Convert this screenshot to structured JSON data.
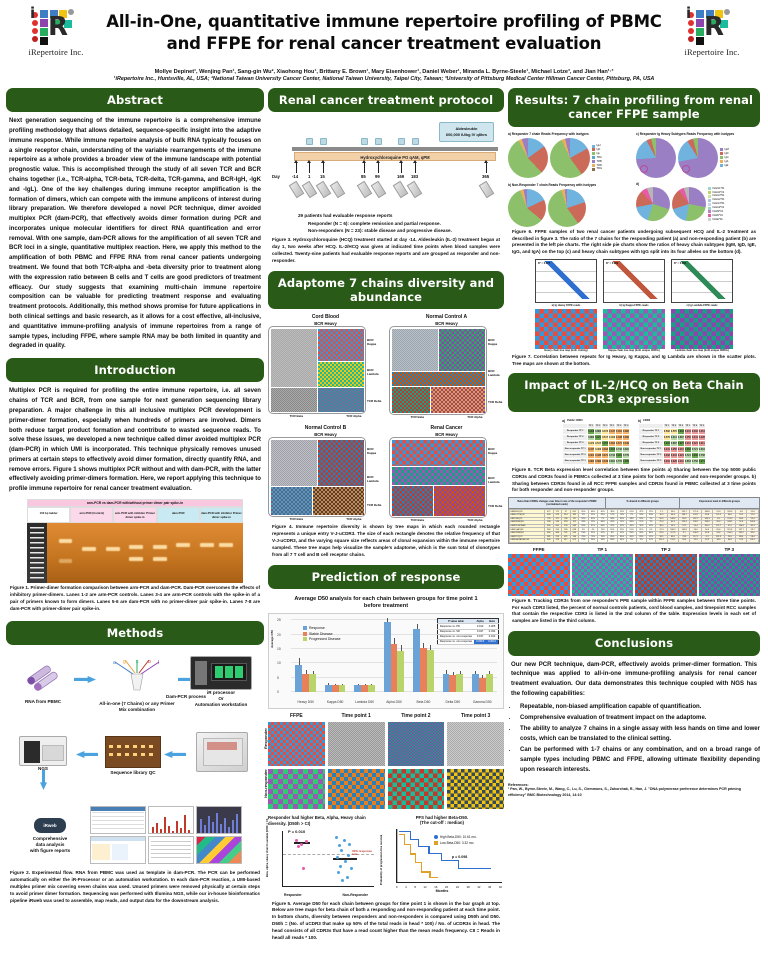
{
  "header": {
    "title": "All-in-One, quantitative immune repertoire profiling of PBMC and FFPE for renal cancer treatment evaluation",
    "logo_name_left": "iRepertoire Inc.",
    "logo_name_right": "iRepertoire Inc.",
    "authors": "Mollye Depinet¹, Wenjing Pan¹, Sang-gin Wu², Xiaohong Hou¹, Brittany E. Brown¹, Mary Eisenhower¹, Daniel Weber¹, Miranda L. Byrne-Steele¹, Michael Lotze³, and Jian Han¹·³",
    "affiliations": "¹iRepertoire Inc., Huntsville, AL, USA; ²National Taiwan University Cancer Center, National Taiwan University, Taipei City, Taiwan; ³University of Pittsburg Medical Center Hillman Cancer Center, Pittsburg, PA, USA"
  },
  "sections": {
    "abstract": "Abstract",
    "introduction": "Introduction",
    "methods": "Methods",
    "protocol": "Renal cancer treatment protocol",
    "adaptome": "Adaptome 7 chains diversity and abundance",
    "prediction": "Prediction of response",
    "results": "Results: 7 chain profiling from renal cancer FFPE sample",
    "impact": "Impact of IL-2/HCQ on Beta Chain CDR3 expression",
    "conclusions": "Conclusions"
  },
  "abstract": {
    "text": "Next generation sequencing of the immune repertoire is a comprehensive immune profiling methodology that allows detailed, sequence-specific insight into the adaptive immune response.  While immune repertoire analysis of bulk RNA typically focuses on a single receptor chain, understanding of the variable rearrangements of the immune repertoire as a whole provides a broader view of the immune landscape with potential prognostic value. This is accomplished through the study of all seven TCR and BCR chains together (i.e., TCR-alpha, TCR-beta, TCR-delta, TCR-gamma, and BCR-IgH, -IgK and -IgL).  One of the key challenges during immune receptor amplification is the formation of dimers, which can compete with the immune amplicons of interest during library preparation.  We therefore developed a novel PCR technique, dimer avoided multiplex PCR (dam-PCR), that effectively avoids dimer formation during PCR and incorporates unique molecular identifiers for direct RNA quantification and error removal.  With one sample, dam-PCR allows for the amplification of all seven TCR and BCR loci in a single, quantitative multiplex reaction.   Here, we apply this method to the amplification of both PBMC and FFPE RNA from renal cancer patients undergoing treatment.  We found that both TCR-alpha and -beta diversity prior to treatment along with the expression ratio between B cells and T cells are good predictors of treatment efficacy. Our study suggests that examining multi-chain immune repertoire composition can be valuable for predicting treatment response and evaluating treatment protocols. Additionally, this method shows promise for future applications in both clinical settings and basic research, as it allows for a cost effective, all-inclusive, and quantitative immune-profiling analysis of immune repertoires from a range of sample types, including FFPE, where sample RNA may be both limited in quantity and degraded in quality."
  },
  "introduction": {
    "text": "Multiplex PCR is required for profiling the entire immune repertoire, i.e. all seven chains of TCR and BCR, from one sample for next generation sequencing library preparation. A major challenge in this all inclusive multiplex PCR    development is primer-dimer formation, especially when hundreds of primers are involved. Dimers both reduce target product formation and contribute to wasted sequence reads. To solve these issues, we developed a new technique called dimer avoided multiplex PCR (dam-PCR) in which UMI is incorporated. This technique physically removes unused primers at certain steps to effectively avoid dimer formation, directly quantify RNA, and remove errors.   Figure 1 shows multiplex PCR without and with dam-PCR, with the latter effectively avoiding primer-dimers formation. Here, we report applying this technique to profile immune repertoire for renal cancer treatment evaluation."
  },
  "figure1": {
    "banner": "arm-PCR vs dam-PCR with/without primer dimer pair spike-in",
    "lanes": [
      "100 bp ladder",
      "arm-PCR (Control)",
      "arm-PCR with inhibitor Primer dimer spike-in",
      "dam-PCR",
      "dam-PCR with inhibitor Primer dimer spike-in"
    ],
    "caption_bold": "Figure 1.",
    "caption": "Primer-dimer formation comparison between arm-PCR and dam-PCR. Dam-PCR overcomes the effects of inhibitory primer-dimers. Lanes 1-2 are arm-PCR controls. Lanes 3-4 are arm-PCR controls with the spike-in of a pair of primers known to form dimers. Lanes 5-6 are dam-PCR with no primer-dimer pair spike-in. Lanes 7-8 are dam-PCR with primer-dimer pair spike-in."
  },
  "methods_diagram": {
    "labels": {
      "rna": "RNA from PBMC",
      "primer_mix": "All-in-one (7 Chains) or any Primer Mix combination",
      "dam_pcr": "Dam-PCR process",
      "processor": "iR processor\nOr\nAutomation workstation",
      "ngs": "NGS",
      "library_qc": "Sequence library QC",
      "irweb": "iRweb",
      "analysis": "Comprehensive\ndata analysis\nwith figure reports"
    },
    "caption_bold": "Figure 2.",
    "caption": "Experimental flow. RNA from PBMC was used as template in dam-PCR. The PCR can be performed automatically on either the iR-Processor or an automation workstation. In each dam-PCR reaction, a UMI-based multiplex primer mix covering seven chains was used. Unused primers were removed physically at certain steps to avoid primer dimer formation. Sequencing was performed with Illumina NGS, while our in-house bioinformatics pipeline iRweb was used to assemble, map reads, and output data for the downstream analysis."
  },
  "protocol": {
    "aldesleukin": "Aldesleukin\n600,000 IU/kg IV q8hrs",
    "hcq": "Hydroxychloroquine PO qAM, qPM",
    "day_label": "Day",
    "days": [
      "-14",
      "1",
      "15",
      "85",
      "99",
      "169",
      "183",
      "365"
    ],
    "summary_line1": "29 patients had evaluable response reports",
    "summary_line2": "Responder (N = 6): complete remission and partial response.",
    "summary_line3": "Non-responders (N = 23): stable disease and progressive disease.",
    "caption_bold": "Figure 3.",
    "caption": "Hydroxychloroquine (HCQ) treatment started at day -14.  Aldesleukin (IL-2) treatment began at day 1, two weeks after HCQ. IL-2/HCQ was given at indicated time points when blood samples were collected. Twenty-nine patients had evaluable response reports and are grouped as responder and non-responder."
  },
  "adaptome": {
    "panels": [
      {
        "title": "Cord Blood",
        "labels": [
          "BCR Heavy",
          "BCR Kappa",
          "BCR Lambda",
          "TCR Delta",
          "TCR Gamma",
          "TCR Beta",
          "TCR Alpha"
        ]
      },
      {
        "title": "Normal Control A",
        "labels": [
          "BCR Heavy",
          "BCR Kappa",
          "BCR Lambda",
          "TCR Delta",
          "TCR Gamma",
          "TCR Beta",
          "TCR Alpha"
        ]
      },
      {
        "title": "Normal Control B",
        "labels": [
          "BCR Heavy",
          "BCR Kappa",
          "BCR Lambda",
          "TCR Delta",
          "TCR Gamma",
          "TCR Beta",
          "TCR Alpha"
        ]
      },
      {
        "title": "Renal Cancer",
        "labels": [
          "BCR Heavy",
          "BCR Kappa",
          "BCR Lambda",
          "TCR Delta",
          "TCR Gamma",
          "TCR Beta",
          "TCR Alpha"
        ]
      }
    ],
    "caption_bold": "Figure 4.",
    "caption": "Immune repertoire diversity is shown by tree maps in which each rounded rectangle represents a unique entry V-J-uCDR3. The size of each rectangle denotes the relative frequency of that V-J-uCDR3, and the varying square size reflects areas of clonal expansion within the immune repertoire sampled. These tree maps help visualize the sample's adaptome, which is the sum total of clonotypes from all 7 T cell and B cell receptor chains."
  },
  "prediction": {
    "chart_title_line1": "Average D50 analysis for each chain between groups for time point 1",
    "chart_title_line2": "before treatment",
    "timepoint_labels": [
      "FFPE",
      "Time point 1",
      "Time point 2",
      "Time point 3"
    ],
    "row_labels": [
      "Responder",
      "Non-responder"
    ],
    "scatter_title": "Responder had higher Beta, Alpha, Heavy chain diversity. (D50h > CI)",
    "scatter_p": "P = 0.010",
    "scatter_x": [
      "Responder",
      "Non-Responder"
    ],
    "scatter_ylabel": "Beta, Alpha, Heavy chain D-variable (D50h > CI)",
    "scatter_annotation": "40% response rate",
    "km_title_line1": "PFS had higher Beta-D50.",
    "km_title_line2": "(The cut-off : median)",
    "km_legend": [
      "High Beta-D50: 10.61 mo.",
      "Low Beta-D50: 3.32 mo."
    ],
    "km_p": "p = 0.098",
    "km_xlabel": "Months",
    "km_ylabel": "Probability of progression-free survival",
    "caption_bold": "Figure 5.",
    "caption": "Average D50 for each chain between groups for time point 1 is shown in the bar graph at top. Below are tree maps for beta chain of both a responding and non-responding patient at each time point.  In bottom charts, diversity between responders and non-responders is compared using D50h and D50. D50h = (No. of uCDR3 that make up 50% of the total reads in head * 100) / No. of uCDR3s in head. The head consists of all CDR3s that have a read count higher than the mean reads frequency. CII = Reads in head/ all reads * 100."
  },
  "chart_data": {
    "type": "bar",
    "title": "Average D50 analysis for each chain between groups for time point 1 before treatment",
    "xlabel": "",
    "ylabel": "Average D50",
    "ylim": [
      0,
      25
    ],
    "yticks": [
      0,
      5,
      10,
      15,
      20,
      25
    ],
    "categories": [
      "Heavy D50",
      "Kappa D50",
      "Lambda D50",
      "Alpha D50",
      "Beta D50",
      "Delta D50",
      "Gamma D50"
    ],
    "legend_position": "top-left",
    "series": [
      {
        "name": "Response",
        "color": "#6ba3d6",
        "values": [
          9.5,
          2.6,
          2.5,
          24.2,
          21.8,
          6.4,
          6.2
        ],
        "errors": [
          2.4,
          0.4,
          0.4,
          1.6,
          1.9,
          1.2,
          1.1
        ]
      },
      {
        "name": "Stable Disease",
        "color": "#e8805c",
        "values": [
          6.4,
          2.4,
          2.4,
          16.6,
          15.2,
          6.0,
          4.9
        ],
        "errors": [
          1.2,
          0.4,
          0.4,
          2.2,
          2.0,
          1.0,
          0.9
        ]
      },
      {
        "name": "Progressed Disease",
        "color": "#b9d46a",
        "values": [
          6.2,
          2.5,
          2.4,
          14.3,
          14.5,
          6.2,
          6.4
        ],
        "errors": [
          1.1,
          0.4,
          0.4,
          2.0,
          1.9,
          1.0,
          1.0
        ]
      }
    ],
    "pvalue_table": {
      "headers": [
        "P value table",
        "Alpha",
        "Beta"
      ],
      "rows": [
        [
          "Response vs. PD",
          "0.013",
          "0.005"
        ],
        [
          "Response vs. SD",
          "0.047",
          "0.034"
        ],
        [
          "Response vs. non-response",
          "0.017",
          "0.012"
        ],
        [
          "Response vs. non-response",
          "0.0018",
          "0.0012"
        ]
      ]
    }
  },
  "results": {
    "panel_a": "a) Responder 7 chain Reads Frequency with isotypes",
    "panel_b": "c) Responder Ig Heavy Subtypes Reads Frequency with isotypes",
    "panel_c": "b) Non-Responder 7 chain Reads Frequency with isotypes",
    "panel_d": "d)",
    "chain_legend": [
      "IgH",
      "IgK",
      "IgL",
      "TRA",
      "TRB",
      "TRD",
      "TRG"
    ],
    "isotype_legend": [
      "IgM",
      "IgD",
      "IgG",
      "IgA",
      "IgE"
    ],
    "subtype_legend": [
      "IGHG1*01",
      "IGHA1*01",
      "IGHG3*01",
      "IGHG2*01",
      "IGHG4*01",
      "IGHA2*01",
      "IGHM*01",
      "IGHD*01",
      "IGHE*01"
    ],
    "caption6_bold": "Figure 6.",
    "caption6": "FFPE samples of two renal cancer patients undergoing subsequent HCQ and IL-2 treatment as described in figure 3. The ratio of the 7 chains for the responding patient (a) and non-responding patient (b) are presented in the left pie charts. The right side pie charts show the ratios of heavy chain subtypes (IgM, IgD, IgE, IgG, and IgA) on the top (c) and heavy chain subtypes with IgG split into its four alleles on the bottom (d).",
    "scatter_labels": [
      "a) Ig Heavy FFPE reads",
      "b) Ig Kappa FFPE reads",
      "c) Ig Lambda FFPE reads"
    ],
    "scatter_r": [
      "R² = 0.975",
      "R² = 0.989",
      "R² = 0.984"
    ],
    "tree_labels": [
      "Heavy chain tree map (both clotting)",
      "Kappa chain tree map (both unique CDR3s)",
      "Lambda chain tree map (both unique CDR3s)"
    ],
    "caption7_bold": "Figure 7.",
    "caption7": "Correlation between repeats for Ig Heavy, Ig Kappa, and Ig Lambda are shown in the scatter plots. Tree maps are shown at the bottom."
  },
  "impact": {
    "panel_a_label": "a)",
    "panel_b_label": "b)",
    "header_public": "Public CDR3",
    "header_shared": "CDR3",
    "col_group_1": "Responder",
    "col_group_2": "Non-responder",
    "timepoints": [
      "TP 1",
      "TP 2",
      "TP 3"
    ],
    "caption8_bold": "Figure 8.",
    "caption8": "TCR Beta expression level correlation between time points a) Sharing between the top 5000 public CDR3s and CDR3s found in PBMCs collected at 3 time points for both responder and non-responder groups.  b) Sharing between CDR3s found in all RCC FFPE samples and CDR3s found in PBMC collected at 3 time points for both responder and non-responder groups.",
    "table_header_1": "Beta chain CDR3s changes over time in one of the responder's PBMC (normalized reads)",
    "table_header_2": "% shared in different groups",
    "table_header_3": "Expression level in different groups",
    "table_col_1": "TCR-CDR3",
    "sample_labels": [
      "FFPE",
      "TP 1",
      "TP 2",
      "TP 3"
    ],
    "caption9_bold": "Figure 9.",
    "caption9": "Tracking CDR3s from one responder's PPE sample within FFPE samples between three time points.  For each CDR3 listed, the percent of normal controls patients, cord blood samples, and timepoint RCC samples that contain the respective CDR3 is listed in the 2nd column of the table. Expression levels in each set of samples are listed in the third column."
  },
  "conclusions": {
    "intro": "Our new PCR technique, dam-PCR, effectively avoids primer-dimer formation.  This technique was applied to all-in-one immune-profiling analysis for renal cancer treatment evaluation. Our data demonstrates this technique coupled with NGS has the following capabilities:",
    "bullets": [
      "Repeatable, non-biased amplification capable of quantification.",
      "Comprehensive evaluation of treatment impact on the adaptome.",
      "The ability to analyze 7 chains in a single assay with less hands on time and lower costs, which can be translated to the clinical setting.",
      "Can be performed with 1-7 chains or any combination, and on a broad range of sample types including PBMC and FFPE, allowing ultimate flexibility depending upon research interests."
    ],
    "refs_title": "References:",
    "refs": "¹ Pan, W., Byrne-Steele, M., Wang, C., Lu, S., Clemmons, S., Zahorchak, R., Han, J. \"DNA polymerase preference determines PCR priming efficiency\" BMC Biotechnology 2014, 14:10"
  },
  "colors": {
    "section_header_bg": "#2a5a18",
    "accent_blue": "#4aa3df",
    "bar_response": "#6ba3d6",
    "bar_stable": "#e8805c",
    "bar_progressed": "#b9d46a",
    "km_high": "#2f6fd0",
    "km_low": "#e0a02a"
  }
}
